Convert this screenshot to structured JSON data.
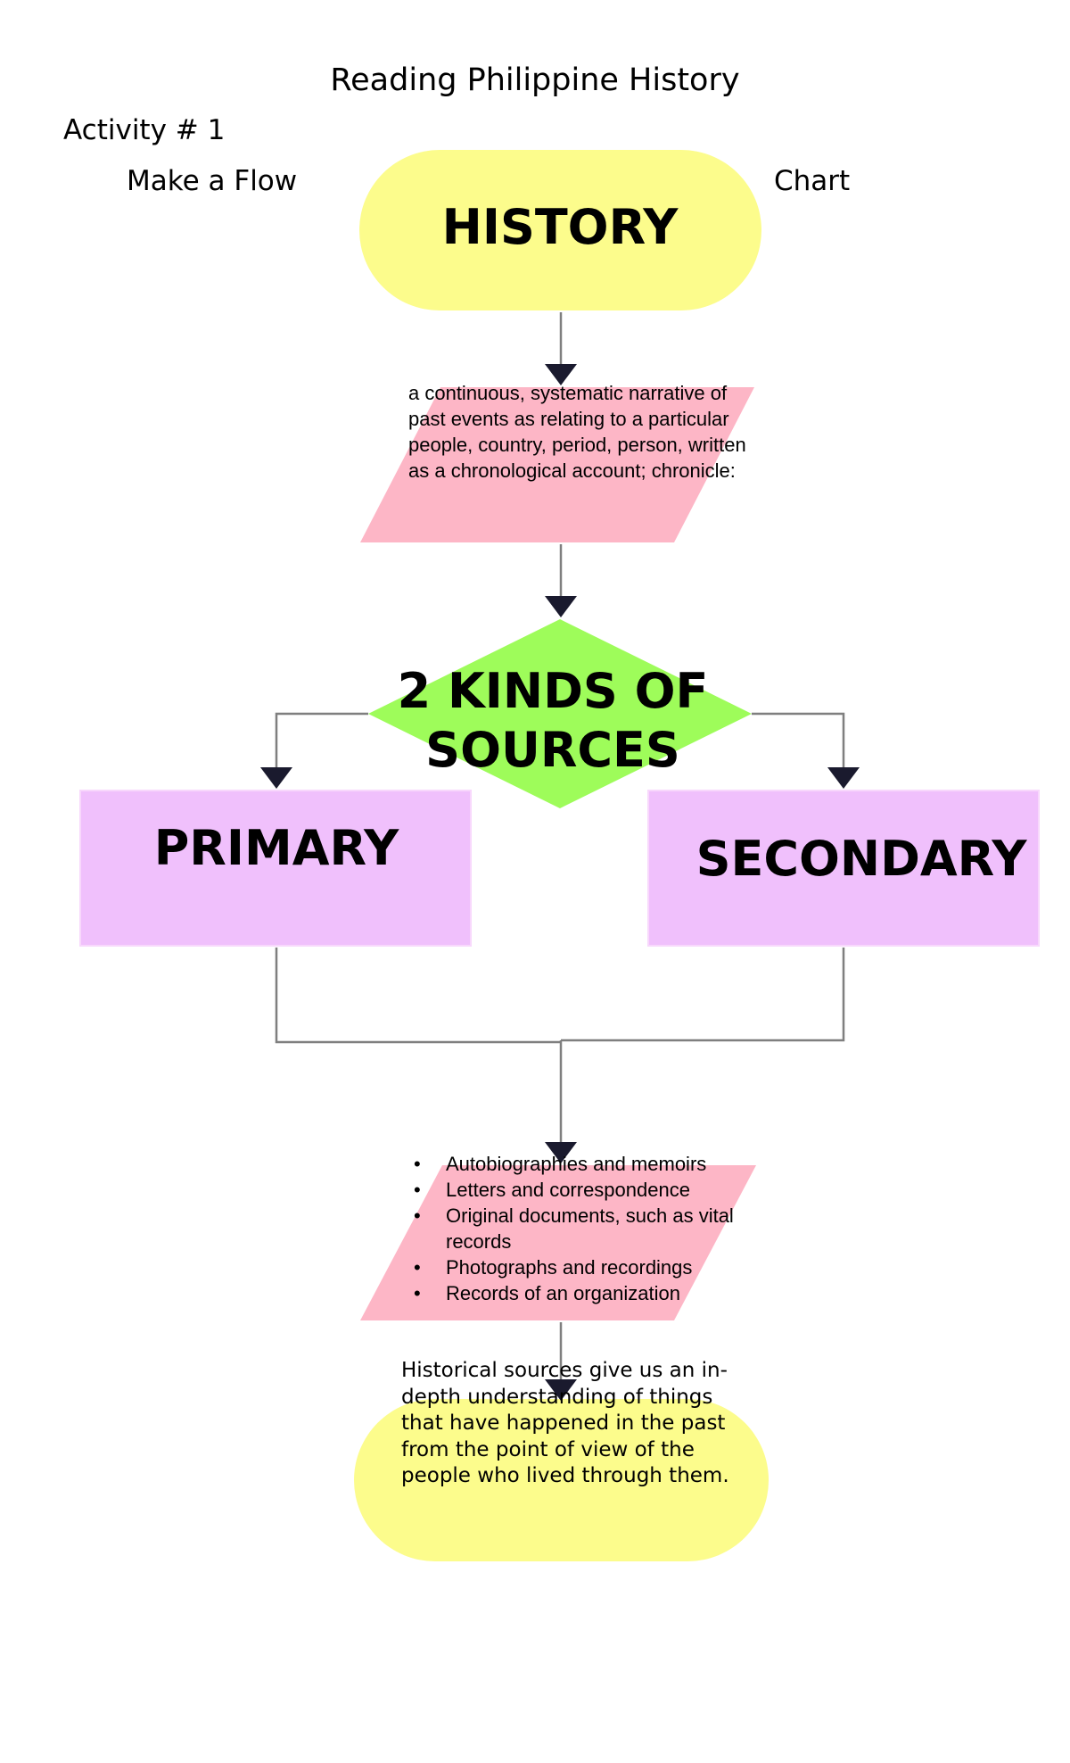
{
  "document": {
    "title": "Reading Philippine History",
    "activity": "Activity # 1",
    "instruction_left": "Make a Flow",
    "instruction_right": "Chart"
  },
  "flowchart": {
    "history": {
      "label": "HISTORY",
      "color": "#fcfc8c"
    },
    "definition": {
      "text": "a continuous, systematic narrative of past events as relating to a particular people, country, period, person, written as a chronological account; chronicle:",
      "color": "#fdb6c6"
    },
    "decision": {
      "label": "2 KINDS OF SOURCES",
      "color": "#9efc5a"
    },
    "primary": {
      "label": "PRIMARY",
      "color": "#f0c0fc"
    },
    "secondary": {
      "label": "SECONDARY",
      "color": "#f0c0fc"
    },
    "examples": {
      "color": "#fdb6c6",
      "items": [
        "Autobiographies and memoirs",
        "Letters and correspondence",
        "Original documents, such as vital records",
        "Photographs and recordings",
        "Records of an organization"
      ]
    },
    "conclusion": {
      "text": "Historical sources give us an in-depth understanding of things that have happened in the past from the point of view of the people who lived through them.",
      "color": "#fcfc8c"
    },
    "connector_color": "#7f7f7f",
    "arrowhead_color": "#1a1a2e"
  }
}
